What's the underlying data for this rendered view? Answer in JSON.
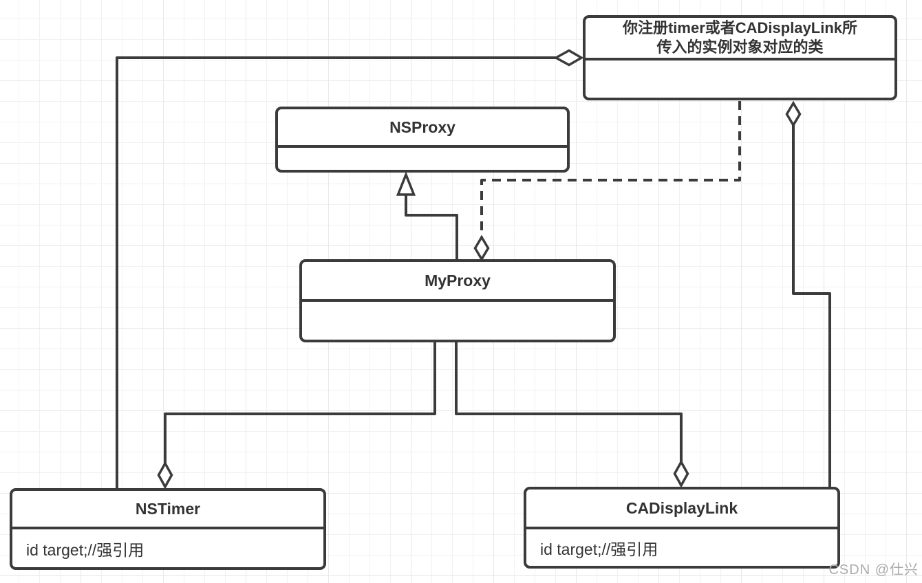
{
  "diagram": {
    "type": "uml-class-diagram",
    "watermark": "CSDN @仕兴",
    "classes": {
      "annotation": {
        "title": "你注册timer或者CADisplayLink所传入的实例对象对应的类",
        "lines": [
          "你注册timer或者CADisplayLink所",
          "传入的实例对象对应的类"
        ],
        "attribute": ""
      },
      "nsproxy": {
        "title": "NSProxy",
        "attribute": ""
      },
      "myproxy": {
        "title": "MyProxy",
        "attribute": ""
      },
      "nstimer": {
        "title": "NSTimer",
        "attribute": "id target;//强引用"
      },
      "cadisplaylink": {
        "title": "CADisplayLink",
        "attribute": "id target;//强引用"
      }
    },
    "relationships": [
      {
        "from": "MyProxy",
        "to": "NSProxy",
        "type": "inheritance",
        "line": "solid",
        "marker": "open-triangle-at-NSProxy"
      },
      {
        "from": "NSTimer",
        "to": "你注册timer或者CADisplayLink所传入的实例对象对应的类",
        "type": "aggregation",
        "line": "solid",
        "marker": "hollow-diamond-at-annotation-class"
      },
      {
        "from": "CADisplayLink",
        "to": "你注册timer或者CADisplayLink所传入的实例对象对应的类",
        "type": "aggregation",
        "line": "solid",
        "marker": "hollow-diamond-at-annotation-class"
      },
      {
        "from": "你注册timer或者CADisplayLink所传入的实例对象对应的类",
        "to": "MyProxy",
        "type": "aggregation-weak",
        "line": "dashed",
        "marker": "hollow-diamond-at-MyProxy"
      },
      {
        "from": "MyProxy",
        "to": "NSTimer",
        "type": "aggregation",
        "line": "solid",
        "marker": "hollow-diamond-at-NSTimer"
      },
      {
        "from": "MyProxy",
        "to": "CADisplayLink",
        "type": "aggregation",
        "line": "solid",
        "marker": "hollow-diamond-at-CADisplayLink"
      }
    ],
    "colors": {
      "line": "#3b3b3b",
      "text": "#333333",
      "background": "#ffffff",
      "grid_minor": "#f1f1f1",
      "grid_major": "#e8e8e8",
      "watermark": "#ababab"
    }
  }
}
